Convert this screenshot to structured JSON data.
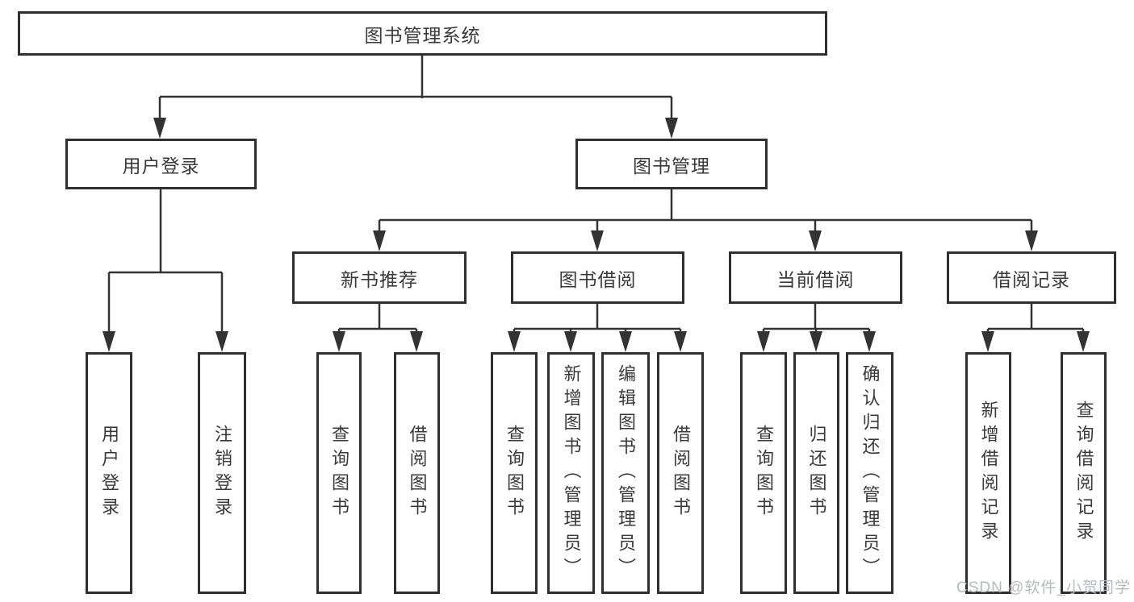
{
  "colors": {
    "line": "#333333",
    "border": "#2f2f2f",
    "text": "#3a3a3a",
    "background": "#ffffff",
    "watermark": "#b6bac1"
  },
  "tree": {
    "root": {
      "label": "图书管理系统"
    },
    "level2": [
      {
        "label": "用户登录"
      },
      {
        "label": "图书管理"
      }
    ],
    "level3": [
      {
        "label": "新书推荐"
      },
      {
        "label": "图书借阅"
      },
      {
        "label": "当前借阅"
      },
      {
        "label": "借阅记录"
      }
    ],
    "leaves": {
      "user_login": [
        {
          "label": "用户登录"
        },
        {
          "label": "注销登录"
        }
      ],
      "new_book_recommend": [
        {
          "label": "查询图书"
        },
        {
          "label": "借阅图书"
        }
      ],
      "book_borrow": [
        {
          "label": "查询图书"
        },
        {
          "label": "新增图书（管理员）"
        },
        {
          "label": "编辑图书（管理员）"
        },
        {
          "label": "借阅图书"
        }
      ],
      "current_borrow": [
        {
          "label": "查询图书"
        },
        {
          "label": "归还图书"
        },
        {
          "label": "确认归还（管理员）"
        }
      ],
      "borrow_record": [
        {
          "label": "新增借阅记录"
        },
        {
          "label": "查询借阅记录"
        }
      ]
    }
  },
  "watermark": {
    "text": "CSDN @软件_小贺同学"
  }
}
